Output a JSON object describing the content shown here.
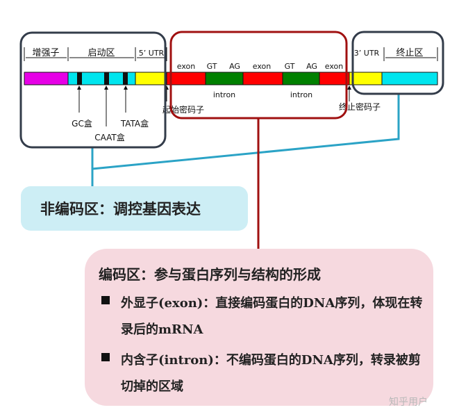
{
  "gene": {
    "enhancer_label": "增强子",
    "promoter_label": "启动区",
    "utr5_label": "5’ UTR",
    "utr3_label": "3’ UTR",
    "terminator_label": "终止区",
    "exon_label": "exon",
    "gt_label": "GT",
    "ag_label": "AG",
    "intron_label": "intron",
    "gc_box_label": "GC盒",
    "caat_box_label": "CAAT盒",
    "tata_box_label": "TATA盒",
    "start_codon_label": "起始密码子",
    "stop_codon_label": "终止密码子"
  },
  "noncoding_box": {
    "text": "非编码区：调控基因表达"
  },
  "coding_box": {
    "title": "编码区：参与蛋白序列与结构的形成",
    "items": [
      {
        "text": "外显子(exon)：直接编码蛋白的DNA序列，体现在转录后的mRNA"
      },
      {
        "text": "内含子(intron)：不编码蛋白的DNA序列，转录被剪切掉的区域"
      }
    ]
  },
  "watermark": "知乎用户",
  "colors": {
    "enhancer": "#e600e6",
    "promoter": "#00e5ee",
    "utr": "#ffff00",
    "exon": "#ff0000",
    "intron": "#008000",
    "frame_dark": "#333c4a",
    "frame_red": "#a01010",
    "connector_blue": "#2ba3c6",
    "noncoding_bg": "#cdeef5",
    "coding_bg": "#f6d9df"
  }
}
